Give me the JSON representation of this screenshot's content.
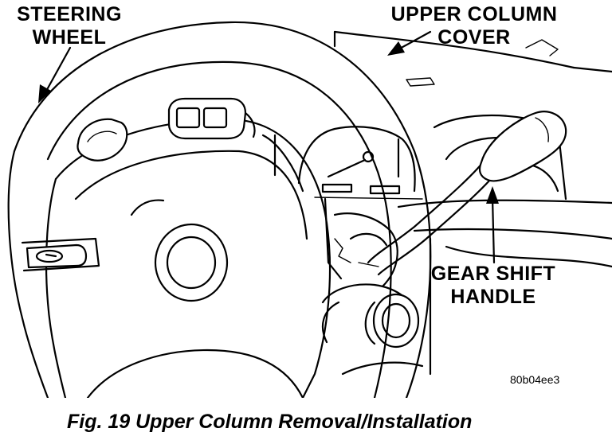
{
  "labels": {
    "steering_wheel": [
      "STEERING",
      "WHEEL"
    ],
    "upper_column_cover": [
      "UPPER COLUMN",
      "COVER"
    ],
    "gear_shift_handle": [
      "GEAR SHIFT",
      "HANDLE"
    ]
  },
  "image_id": "80b04ee3",
  "caption": "Fig. 19 Upper Column Removal/Installation"
}
